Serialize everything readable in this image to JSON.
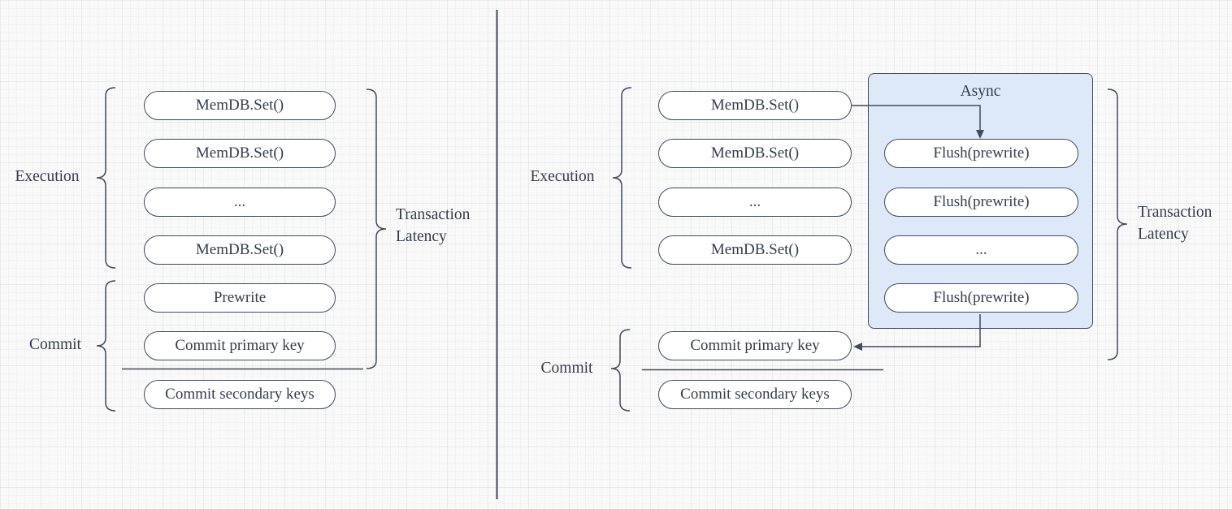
{
  "colors": {
    "stroke": "#414b5b",
    "text": "#343d4c",
    "box_fill": "#ffffff",
    "async_fill": "#dde9f8",
    "background": "#f9f9f9"
  },
  "left": {
    "execution_label": "Execution",
    "commit_label": "Commit",
    "latency_label": "Transaction Latency",
    "exec_boxes": [
      "MemDB.Set()",
      "MemDB.Set()",
      "...",
      "MemDB.Set()"
    ],
    "commit_boxes": [
      "Prewrite",
      "Commit primary key"
    ],
    "below_line_box": "Commit secondary keys"
  },
  "right": {
    "execution_label": "Execution",
    "commit_label": "Commit",
    "latency_label": "Transaction Latency",
    "exec_boxes": [
      "MemDB.Set()",
      "MemDB.Set()",
      "...",
      "MemDB.Set()"
    ],
    "async_title": "Async",
    "async_boxes": [
      "Flush(prewrite)",
      "Flush(prewrite)",
      "...",
      "Flush(prewrite)"
    ],
    "commit_boxes": [
      "Commit primary key"
    ],
    "below_line_box": "Commit secondary keys"
  }
}
